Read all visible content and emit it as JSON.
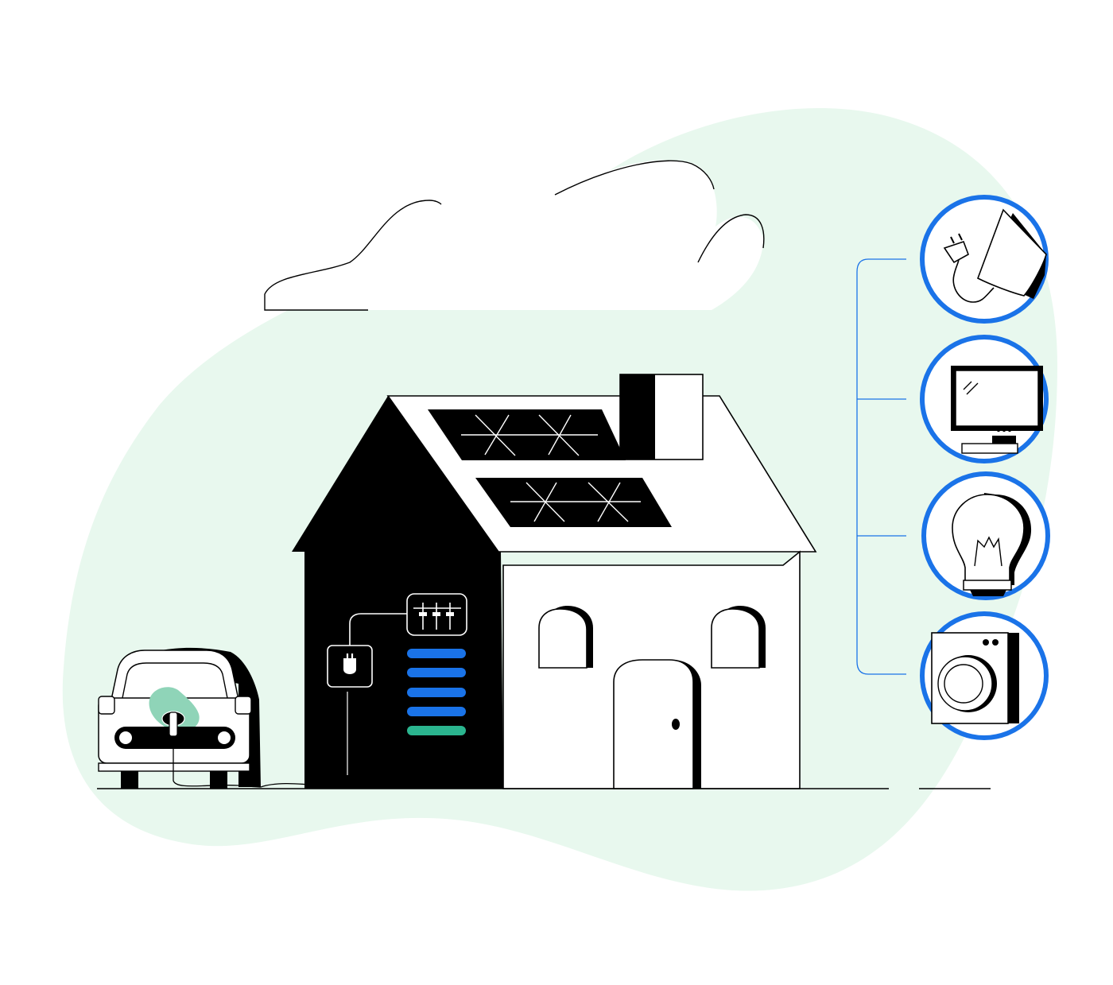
{
  "colors": {
    "background": "#ffffff",
    "blob": "#e8f8ee",
    "ink": "#000000",
    "accent_blue": "#1a73e8",
    "accent_green": "#2bb58f",
    "car_spot": "#8fd4b8"
  },
  "scene": {
    "house": {
      "roof_solar_panels": 2,
      "chimney": true,
      "windows": 2,
      "door": true
    },
    "battery": {
      "levels_total": 5,
      "levels_blue": 4,
      "levels_green": 1
    },
    "appliances": [
      {
        "name": "phone-charger",
        "icon": "phone-charger-icon"
      },
      {
        "name": "television",
        "icon": "tv-icon"
      },
      {
        "name": "light-bulb",
        "icon": "light-bulb-icon"
      },
      {
        "name": "washing-machine",
        "icon": "washing-machine-icon"
      }
    ]
  }
}
